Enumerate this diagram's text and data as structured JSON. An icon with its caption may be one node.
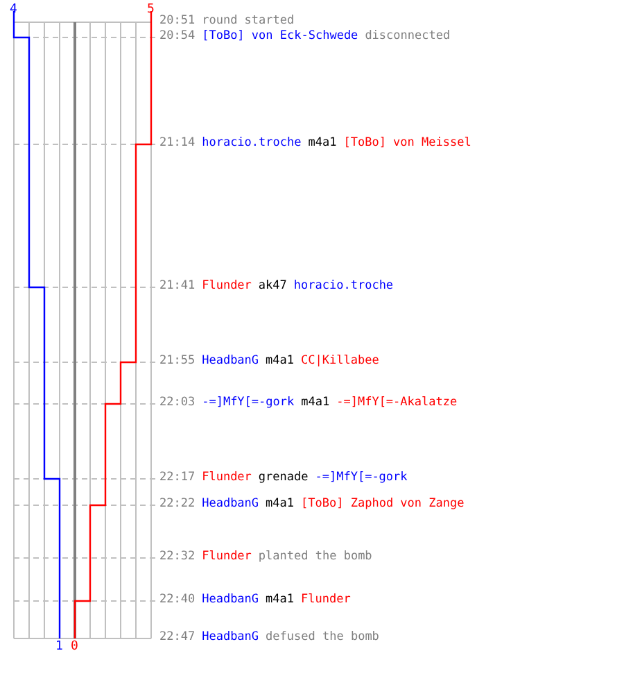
{
  "diagram": {
    "labels": [
      "4",
      "5",
      "20:51",
      "round started",
      "20:54",
      "[ToBo] von Eck-Schwede",
      "disconnected",
      "21:14",
      "horacio.troche",
      "m4a1",
      "[ToBo] von Meissel",
      "21:41",
      "Flunder",
      "ak47",
      "horacio.troche",
      "21:55",
      "HeadbanG",
      "m4a1",
      "CC|Killabee",
      "22:03",
      "-=]MfY[=-gork",
      "m4a1",
      "-=]MfY[=-Akalatze",
      "22:17",
      "Flunder",
      "grenade",
      "-=]MfY[=-gork",
      "22:22",
      "HeadbanG",
      "m4a1",
      "[ToBo] Zaphod von Zange",
      "22:32",
      "Flunder",
      "planted the bomb",
      "22:40",
      "HeadbanG",
      "m4a1",
      "Flunder",
      "22:47",
      "HeadbanG",
      "defused the bomb",
      "1",
      "0"
    ]
  }
}
